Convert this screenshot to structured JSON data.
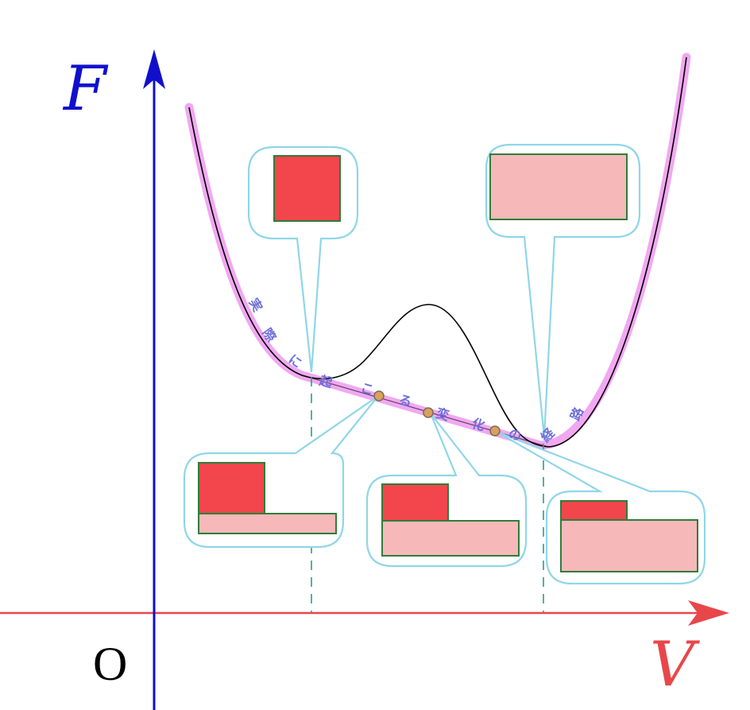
{
  "axes": {
    "y_label": "F",
    "x_label": "V",
    "origin_label": "O",
    "y_color": "#1010cc",
    "x_color": "#e8474a"
  },
  "path_label": {
    "text": "実際に起こる変化の経路",
    "color": "#6f6fd8",
    "highlight_color": "#ee99ee"
  },
  "colors": {
    "dense_phase": "#f2464c",
    "dilute_phase": "#f7b8b9",
    "box_border": "#2e7d3a",
    "callout_stroke": "#8fd6e8",
    "guide_line": "#2a9d8f",
    "curve": "#000000",
    "tangent_point": "#d9a15e"
  }
}
